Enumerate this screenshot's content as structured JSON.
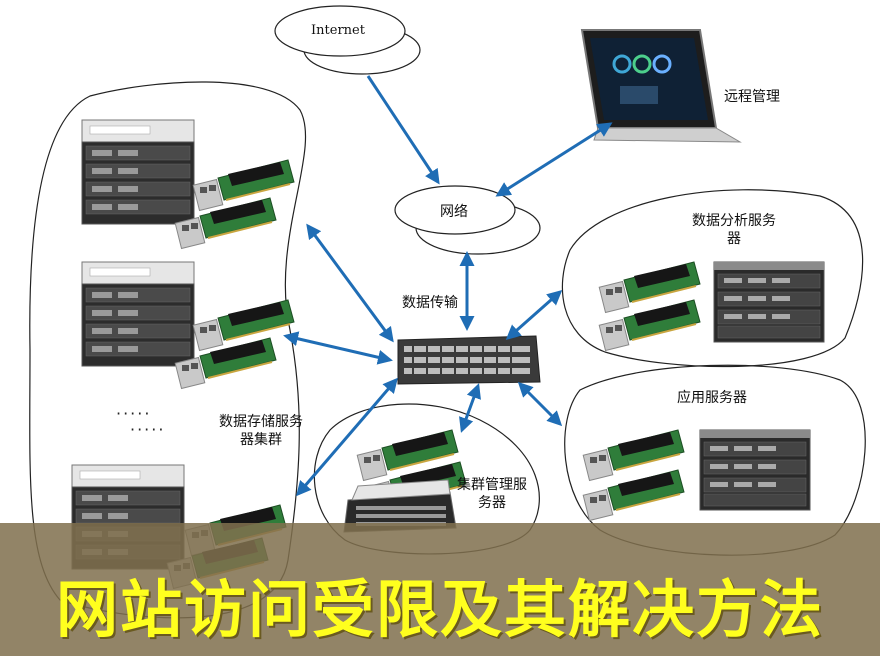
{
  "labels": {
    "internet": "Internet",
    "remote_management": "远程管理",
    "network": "网络",
    "data_analysis_server": "数据分析服务器",
    "data_transfer": "数据传输",
    "data_storage_cluster": "数据存储服务器集群",
    "application_server": "应用服务器",
    "cluster_management_server": "集群管理服务器"
  },
  "ellipsis_rows": [
    "·····",
    "·····"
  ],
  "banner": {
    "title": "网站访问受限及其解决方法"
  },
  "colors": {
    "arrow": "#1f6db5",
    "banner_text": "#ffff1e",
    "banner_bg": "#80704e",
    "card_green": "#2f7d3a",
    "switch_dark": "#3a3a3a",
    "server_dark": "#2a2a2a"
  },
  "icons": {
    "laptop": "laptop-icon",
    "switch": "network-switch-icon",
    "server": "rack-server-icon",
    "card": "network-card-icon",
    "cloud": "cloud-icon"
  }
}
